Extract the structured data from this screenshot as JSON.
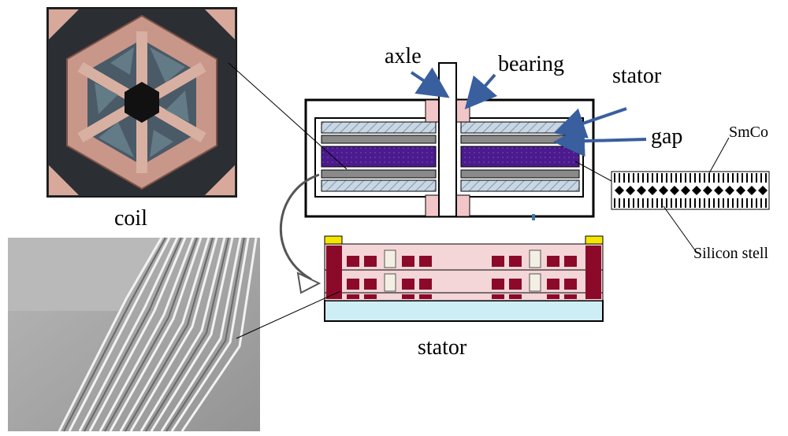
{
  "labels": {
    "axle": "axle",
    "bearing": "bearing",
    "stator_top": "stator",
    "gap": "gap",
    "smco": "SmCo",
    "silicon": "Silicon stell",
    "coil": "coil",
    "stator_bottom": "stator"
  },
  "colors": {
    "magnet": "#4b1a8c",
    "stator_hatch": "#b8c8d8",
    "bearing": "#f2c6c8",
    "coil_conductor": "#8b0a2a",
    "coil_body": "#f4d6d8",
    "substrate": "#cdeef5",
    "pad": "#f5e600",
    "arrow": "#3a5f9f"
  }
}
